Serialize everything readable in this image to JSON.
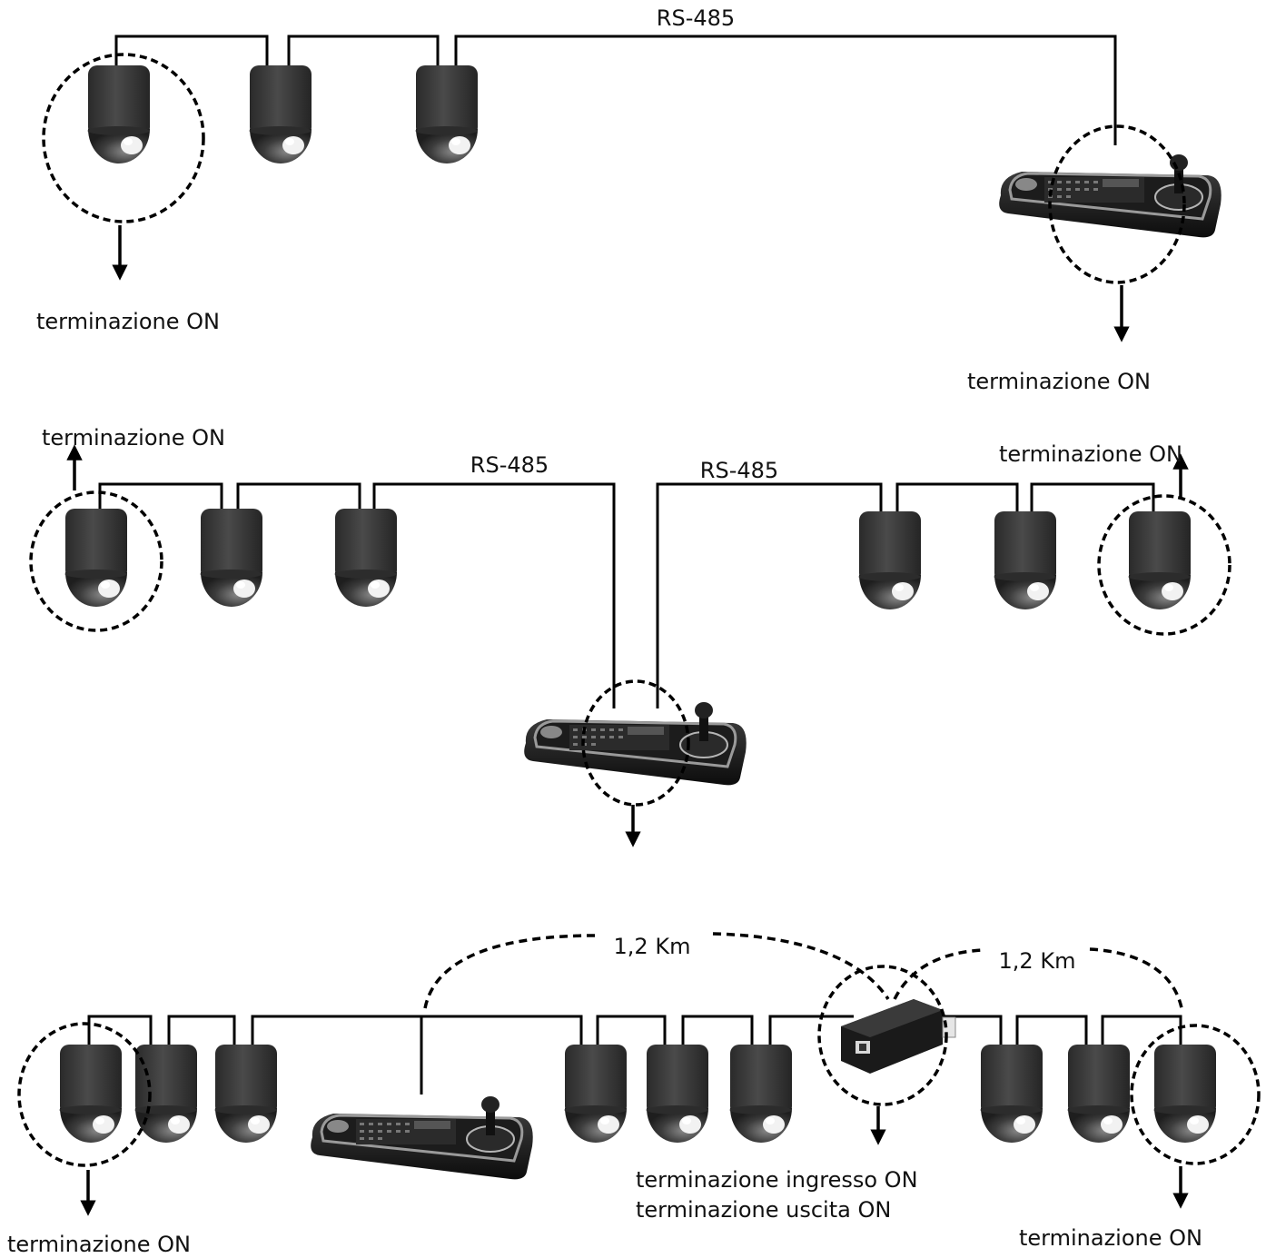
{
  "labels": {
    "rs485": "RS-485",
    "term_on": "terminazione ON",
    "distance": "1,2 Km",
    "term_in_on": "terminazione ingresso ON",
    "term_out_on": "terminazione uscita ON"
  },
  "colors": {
    "camera_dark": "#3a3a3a",
    "camera_mid": "#555555",
    "keyboard_base": "#111111",
    "keyboard_top": "#2a2a2a",
    "wire": "#000000"
  }
}
